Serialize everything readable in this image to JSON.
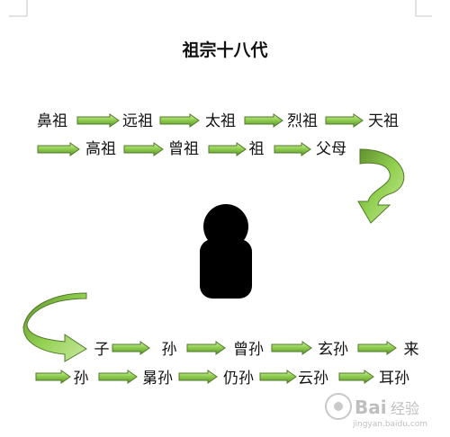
{
  "title": "祖宗十八代",
  "ancestors": {
    "row1": [
      "鼻祖",
      "远祖",
      "太祖",
      "烈祖",
      "天祖"
    ],
    "row2": [
      "高祖",
      "曾祖",
      "祖",
      "父母"
    ]
  },
  "descendants": {
    "row1": [
      "子",
      "孙",
      "曾孙",
      "玄孙",
      "来"
    ],
    "row2": [
      "孙",
      "晜孙",
      "仍孙",
      "云孙",
      "耳孙"
    ]
  },
  "colors": {
    "arrow_fill": "#92d050",
    "arrow_dark": "#4f7a28",
    "person": "#000000",
    "text": "#111111"
  },
  "icons": {
    "person": "person-silhouette-icon",
    "curved_arrow": "curved-arrow-icon",
    "right_arrow": "right-arrow-icon"
  },
  "watermark": {
    "brand": "Bai",
    "brand_cn": "经验",
    "url": "jingyan.baidu.com"
  }
}
